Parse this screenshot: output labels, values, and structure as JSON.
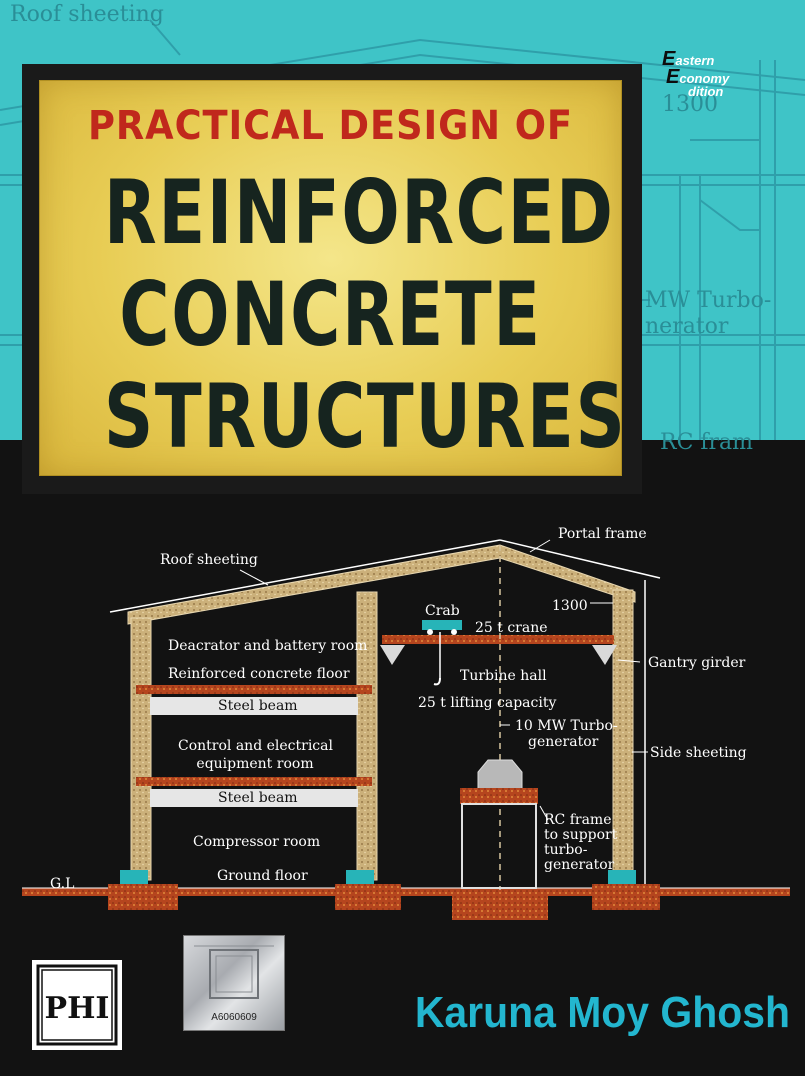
{
  "background_texts": {
    "roof_sheeting": "Roof sheeting",
    "r1300": "1300",
    "mw_turbo": "MW Turbo-",
    "generator": "nerator",
    "rc_frame": "RC fram"
  },
  "badge": {
    "line1_initial": "E",
    "line1_rest": "astern",
    "line2_initial": "E",
    "line2_rest": "conomy",
    "line3_rest": "dition"
  },
  "title": {
    "line1": "PRACTICAL DESIGN OF",
    "line2": "REINFORCED",
    "line3": "CONCRETE",
    "line4": "STRUCTURES"
  },
  "diagram": {
    "portal_frame": "Portal frame",
    "roof_sheeting": "Roof sheeting",
    "crab": "Crab",
    "crane": "25 t crane",
    "dim_1300": "1300",
    "deaerator": "Deacrator and battery room",
    "rc_floor": "Reinforced concrete floor",
    "steel_beam_1": "Steel beam",
    "turbine_hall": "Turbine hall",
    "lifting_capacity": "25 t lifting capacity",
    "gantry_girder": "Gantry girder",
    "mw_turbo": "10 MW Turbo-",
    "generator": "generator",
    "control_room": "Control and electrical",
    "equipment_room": "equipment room",
    "side_sheeting": "Side sheeting",
    "steel_beam_2": "Steel beam",
    "rc_frame_1": "RC frame",
    "rc_frame_2": "to support",
    "rc_frame_3": "turbo-",
    "rc_frame_4": "generator",
    "compressor_room": "Compressor room",
    "ground_floor": "Ground floor",
    "gl": "G.L"
  },
  "publisher_logo": "PHI",
  "hologram_code": "A6060609",
  "author": "Karuna Moy Ghosh",
  "colors": {
    "cyan_bg": "#3fc4c7",
    "title_red": "#c0281c",
    "title_dark": "#16241f",
    "author_blue": "#23b6cf",
    "concrete": "#c8a56c",
    "foundation": "#b5451e"
  }
}
